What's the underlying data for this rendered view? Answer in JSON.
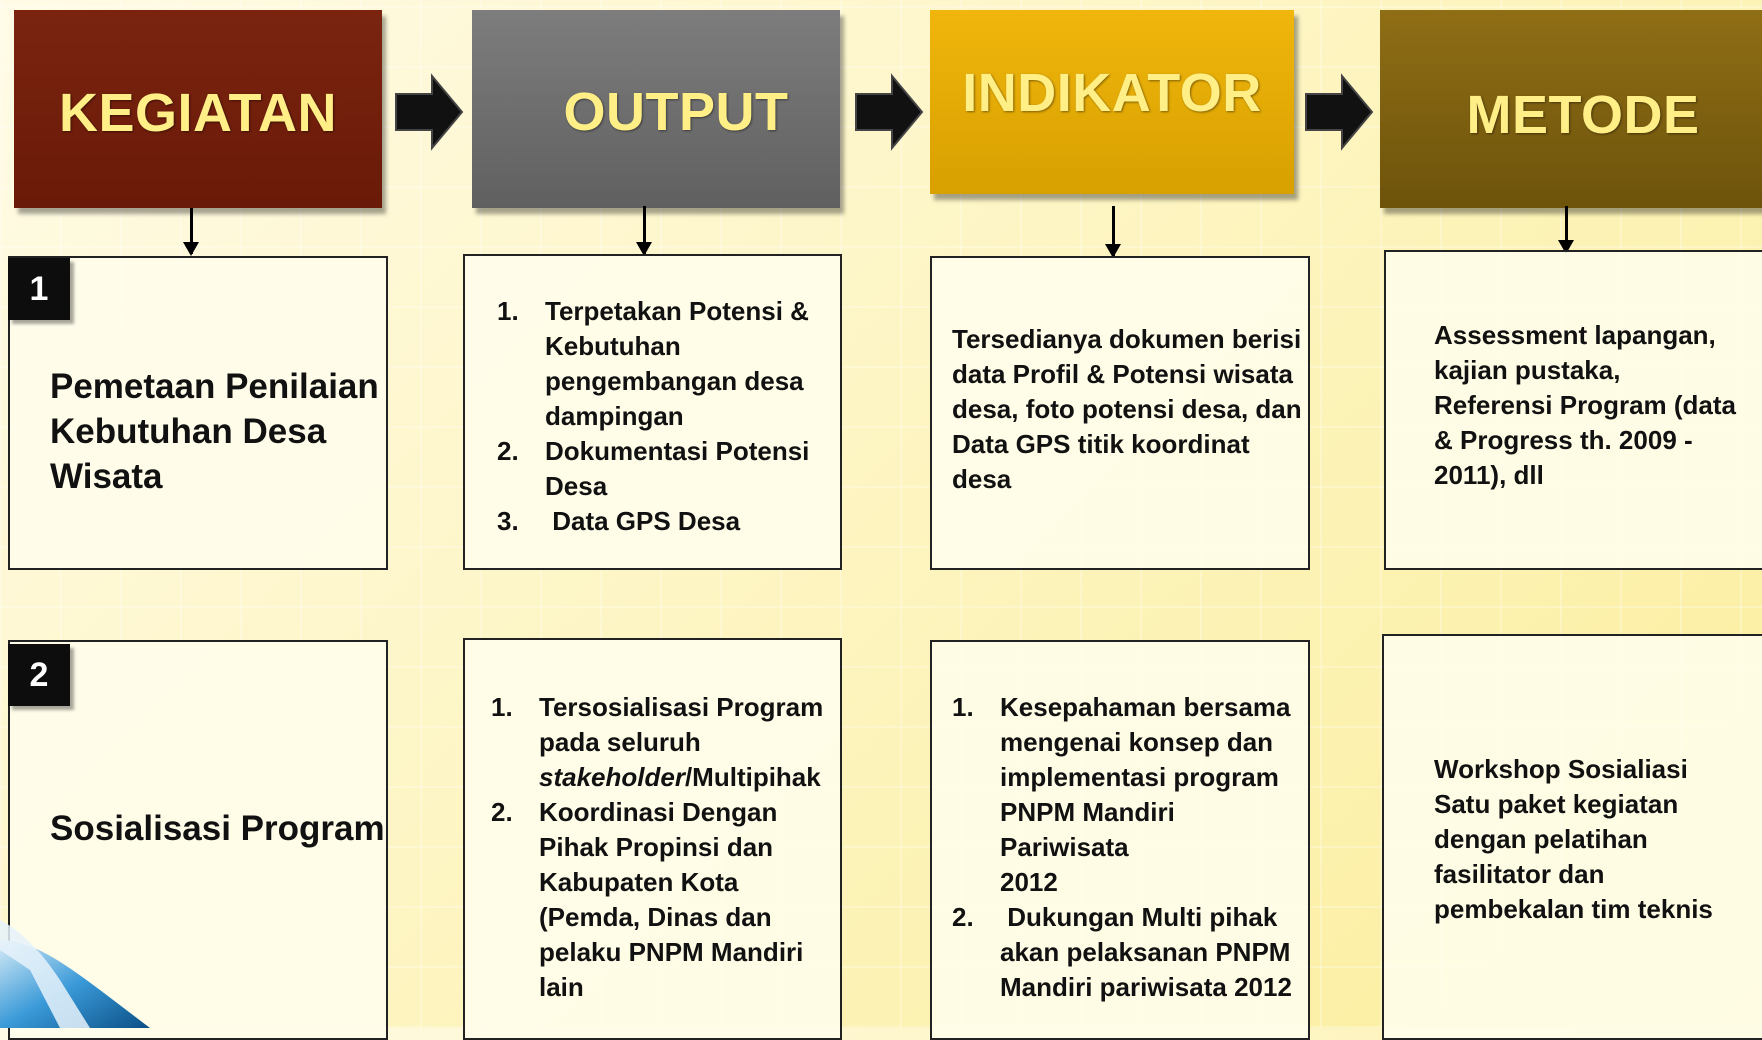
{
  "headers": {
    "kegiatan": "KEGIATAN",
    "output": "OUTPUT",
    "indikator": "INDIKATOR",
    "metode": "METODE"
  },
  "colors": {
    "kegiatan": "#6f1e0b",
    "output": "#6e6e6e",
    "indikator": "#e2a800",
    "metode": "#7a5d10",
    "header_text": "#ffef86"
  },
  "rows": [
    {
      "number": "1",
      "kegiatan_lines": [
        "Pemetaan Penilaian",
        "Kebutuhan Desa",
        "Wisata"
      ],
      "output_items": [
        {
          "num": "1.",
          "lines": [
            "Terpetakan Potensi &",
            "Kebutuhan",
            "pengembangan desa",
            "dampingan"
          ]
        },
        {
          "num": "2.",
          "lines": [
            "Dokumentasi Potensi",
            "Desa"
          ]
        },
        {
          "num": "3.",
          "lines": [
            " Data GPS Desa"
          ]
        }
      ],
      "indikator_lines": [
        "Tersedianya dokumen berisi",
        "data Profil & Potensi wisata",
        "desa, foto potensi desa, dan",
        "Data GPS titik koordinat desa"
      ],
      "metode_lines": [
        "Assessment lapangan,",
        "kajian pustaka,",
        "Referensi Program (data",
        "& Progress th. 2009 -",
        "2011), dll"
      ]
    },
    {
      "number": "2",
      "kegiatan_lines": [
        "Sosialisasi Program"
      ],
      "output_items": [
        {
          "num": "1.",
          "lines": [
            "Tersosialisasi Program",
            "pada seluruh"
          ],
          "italic": "stakeholder",
          "after_italic": "/Multipihak"
        },
        {
          "num": "2.",
          "lines": [
            "Koordinasi Dengan",
            "Pihak Propinsi dan",
            "Kabupaten Kota",
            "(Pemda, Dinas dan",
            "pelaku PNPM Mandiri",
            "lain"
          ]
        }
      ],
      "indikator_items": [
        {
          "num": "1.",
          "lines": [
            "Kesepahaman bersama",
            "mengenai konsep dan",
            "implementasi program",
            "PNPM Mandiri Pariwisata",
            "2012"
          ]
        },
        {
          "num": "2.",
          "lines": [
            " Dukungan Multi pihak",
            "akan pelaksanan PNPM",
            "Mandiri pariwisata 2012"
          ]
        }
      ],
      "metode_lines": [
        "Workshop Sosialiasi",
        "Satu paket kegiatan",
        "dengan pelatihan",
        "fasilitator dan",
        "pembekalan tim teknis"
      ]
    }
  ]
}
